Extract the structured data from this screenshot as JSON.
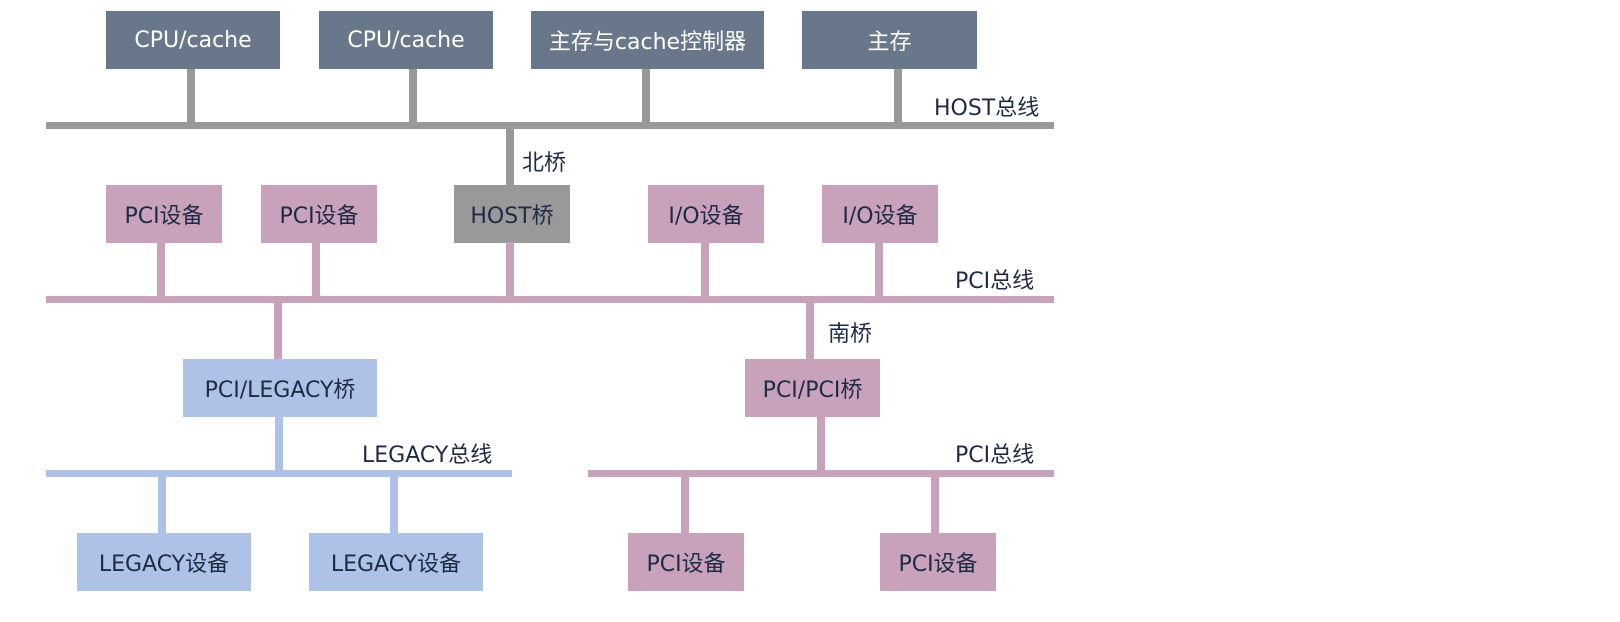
{
  "colors": {
    "host_node": "#68788a",
    "host_bus": "#999999",
    "host_bridge": "#999999",
    "pci": "#c8a2bb",
    "legacy": "#adc2e6",
    "text_dark": "#1f2a44",
    "text_light": "#ffffff"
  },
  "host_level": {
    "nodes": [
      "CPU/cache",
      "CPU/cache",
      "主存与cache控制器",
      "主存"
    ],
    "bus_label": "HOST总线"
  },
  "north_bridge": {
    "label": "北桥",
    "node": "HOST桥"
  },
  "pci_level": {
    "nodes": [
      "PCI设备",
      "PCI设备",
      "I/O设备",
      "I/O设备"
    ],
    "bus_label": "PCI总线"
  },
  "south_bridge": {
    "label": "南桥",
    "node": "PCI/PCI桥"
  },
  "legacy_bridge": {
    "node": "PCI/LEGACY桥"
  },
  "legacy_level": {
    "bus_label": "LEGACY总线",
    "nodes": [
      "LEGACY设备",
      "LEGACY设备"
    ]
  },
  "pci_sub_level": {
    "bus_label": "PCI总线",
    "nodes": [
      "PCI设备",
      "PCI设备"
    ]
  }
}
